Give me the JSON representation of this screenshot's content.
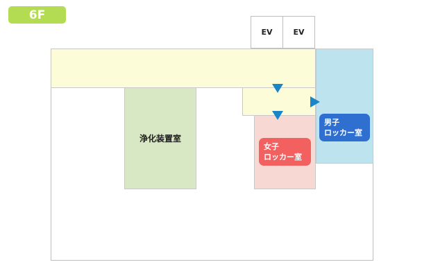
{
  "floor": {
    "label": "6F"
  },
  "elevators": [
    {
      "label": "EV"
    },
    {
      "label": "EV"
    }
  ],
  "rooms": {
    "purification": "浄化装置室",
    "women_locker": {
      "line1": "女子",
      "line2": "ロッカー室"
    },
    "men_locker": {
      "line1": "男子",
      "line2": "ロッカー室"
    }
  },
  "colors": {
    "badge": "#b3dc52",
    "corridor": "#fdfcd8",
    "purification_room": "#d9e8c4",
    "women_room": "#f8d8d3",
    "women_label": "#f26060",
    "men_room": "#bde3ee",
    "men_label": "#2f6fd0",
    "arrow": "#1a86c7"
  },
  "icons": {
    "direction_arrow": "triangle-arrow-icon"
  }
}
